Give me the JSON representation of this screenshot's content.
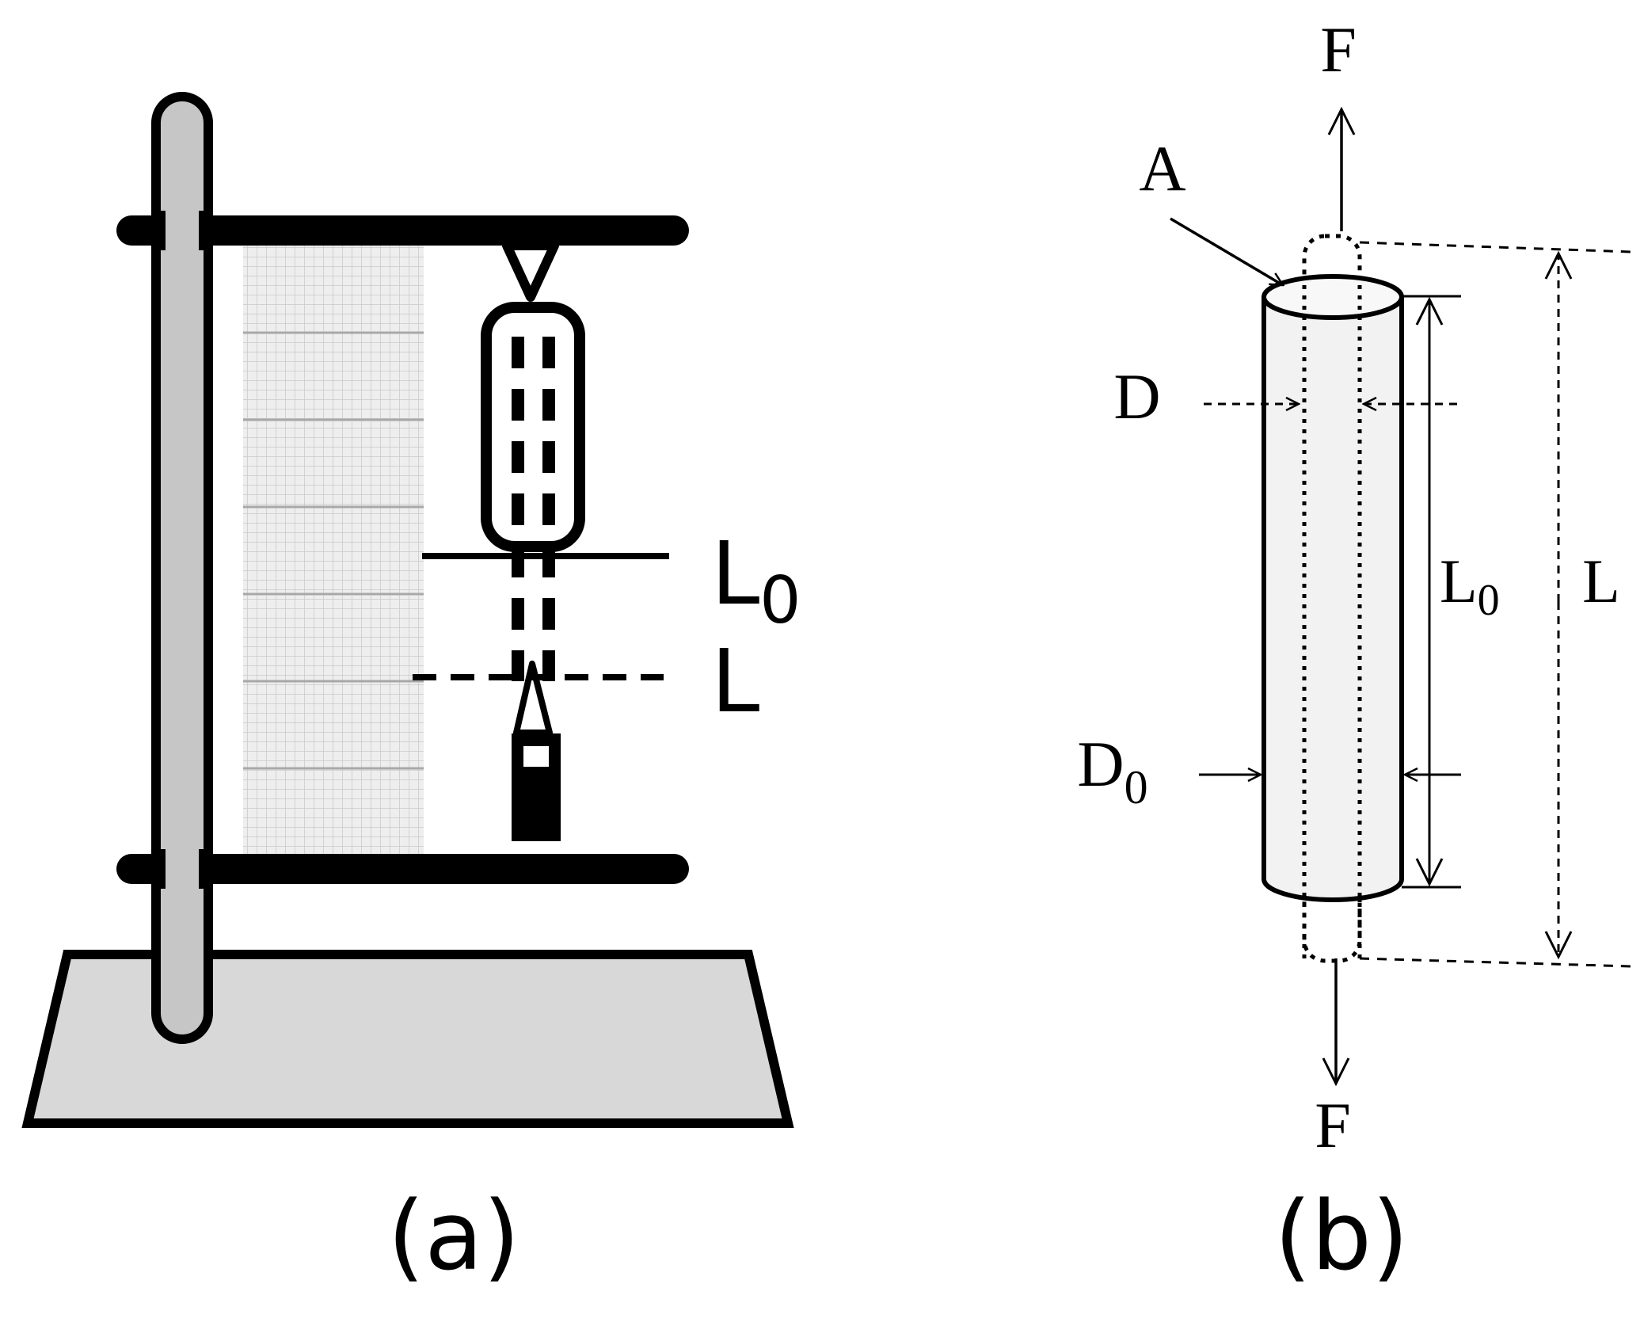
{
  "panel_a": {
    "caption": "(a)",
    "labels": {
      "l0_main": "L",
      "l0_sub": "0",
      "l": "L"
    },
    "colors": {
      "stroke": "#000000",
      "rod_fill": "#c6c6c6",
      "base_fill": "#d8d8d8",
      "grid_fill": "#eeeeee",
      "grid_line": "#c4c4c4"
    }
  },
  "panel_b": {
    "caption": "(b)",
    "labels": {
      "force_top": "F",
      "force_bottom": "F",
      "area": "A",
      "diameter": "D",
      "d0_main": "D",
      "d0_sub": "0",
      "l0_main": "L",
      "l0_sub": "0",
      "l": "L"
    },
    "colors": {
      "stroke": "#000000",
      "body_fill": "#f2f2f2"
    }
  }
}
